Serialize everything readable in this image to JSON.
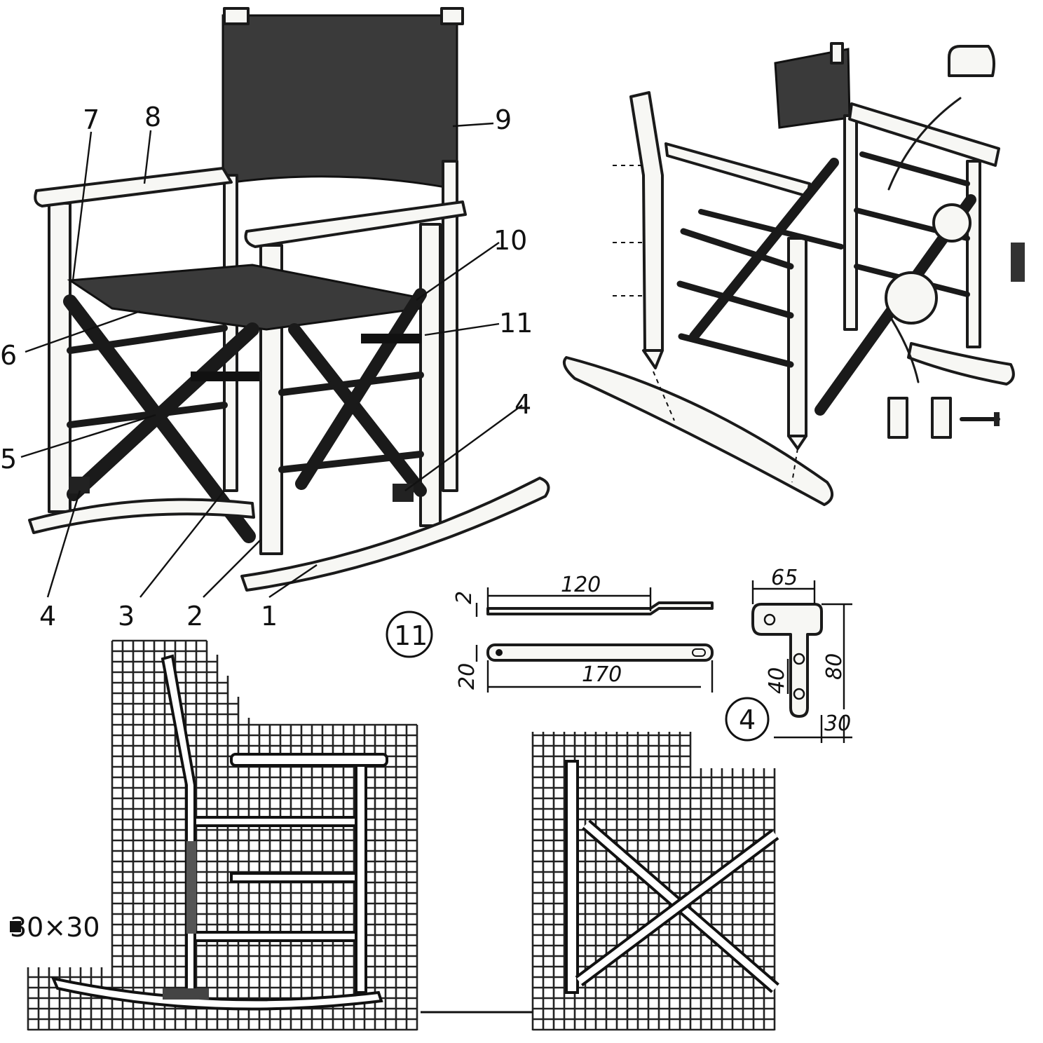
{
  "labels": {
    "part_1": "1",
    "part_2": "2",
    "part_3": "3",
    "part_4_left": "4",
    "part_4_right": "4",
    "part_5": "5",
    "part_6": "6",
    "part_7": "7",
    "part_8": "8",
    "part_9": "9",
    "part_10": "10",
    "part_11": "11"
  },
  "detail_11": {
    "callout": "11",
    "thickness": "2",
    "length_bent": "120",
    "width": "20",
    "length_total": "170"
  },
  "detail_4": {
    "callout": "4",
    "width": "65",
    "height": "80",
    "hole_spacing": "40",
    "bottom": "30"
  },
  "grid_note": "30×30"
}
